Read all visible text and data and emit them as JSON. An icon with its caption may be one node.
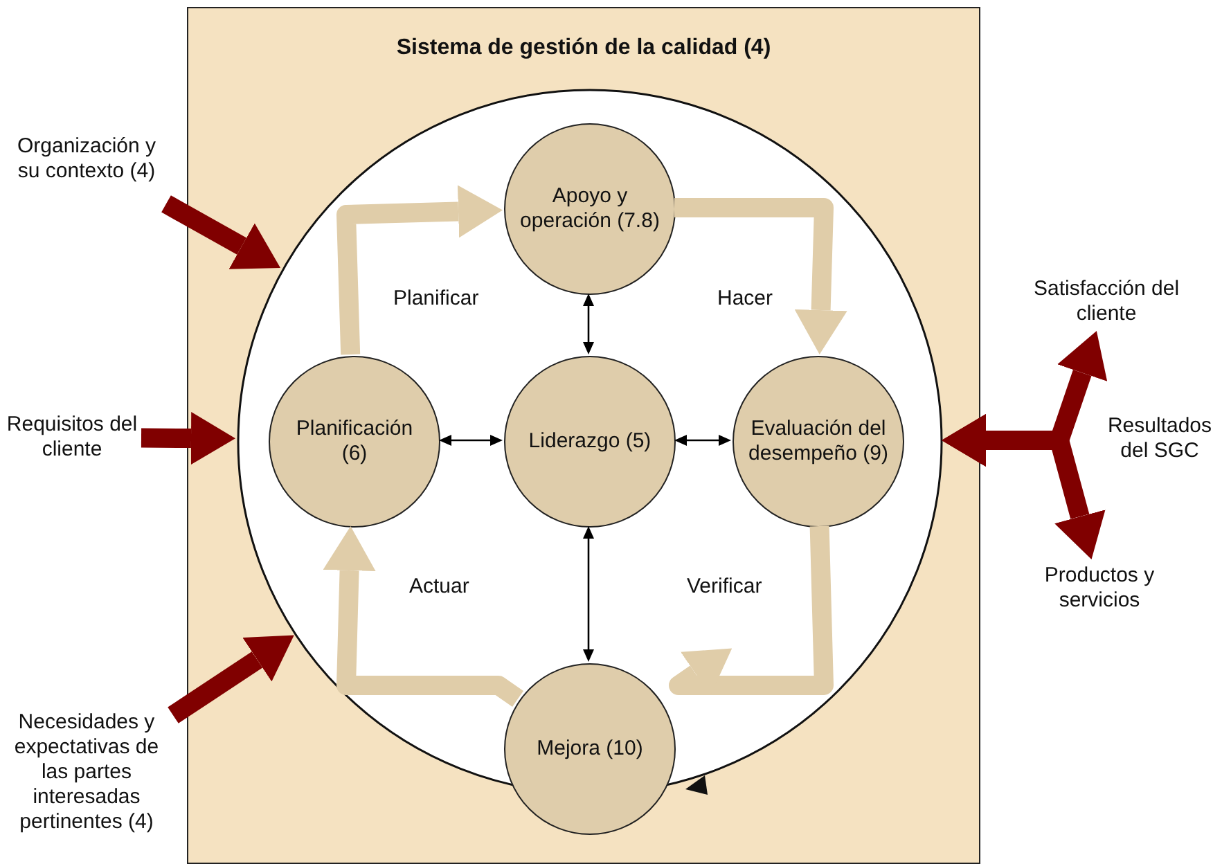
{
  "diagram": {
    "nodes": [
      {
        "text": [
          "Sistema de gestión de la calidad (4)"
        ]
      },
      {
        "text": [],
        "shape": "circle",
        "in": 0
      },
      {
        "text": [
          "Apoyo y operación (7.8)"
        ],
        "in": 1
      },
      {
        "text": [
          "Planificación (6)"
        ],
        "in": 1
      },
      {
        "text": [
          "Liderazgo (5)"
        ],
        "in": 1
      },
      {
        "text": [
          "Evaluación del desempeño (9)"
        ],
        "in": 1
      },
      {
        "text": [
          "Mejora (10)"
        ],
        "in": 0
      },
      {
        "text": [
          "Organización y su contexto (4)"
        ]
      },
      {
        "text": [
          "Requisitos del cliente"
        ]
      },
      {
        "text": [
          "Necesidades y expectativas de las partes interesadas pertinentes (4)"
        ]
      },
      {
        "text": [
          "Satisfacción del cliente"
        ]
      },
      {
        "text": [
          "Productos y servicios"
        ]
      }
    ],
    "edges": [
      {
        "from": 7,
        "to": 1,
        "arrow": "to",
        "color": "#800000"
      },
      {
        "from": 8,
        "to": 1,
        "arrow": "to",
        "color": "#800000"
      },
      {
        "from": 9,
        "to": 1,
        "arrow": "to",
        "color": "#800000"
      },
      {
        "from": 1,
        "to": 10,
        "arrow": "both",
        "color": "#800000"
      },
      {
        "from": 1,
        "to": 11,
        "arrow": "both",
        "color": "#800000"
      },
      {
        "from": 3,
        "to": 2,
        "arrow": "to",
        "label": "Planificar",
        "color": "#e0cda9"
      },
      {
        "from": 2,
        "to": 5,
        "arrow": "to",
        "label": "Hacer",
        "color": "#e0cda9"
      },
      {
        "from": 5,
        "to": 6,
        "arrow": "to",
        "label": "Verificar",
        "color": "#e0cda9"
      },
      {
        "from": 6,
        "to": 3,
        "arrow": "to",
        "label": "Actuar",
        "color": "#e0cda9"
      },
      {
        "from": 2,
        "to": 4,
        "arrow": "both",
        "color": "#000000"
      },
      {
        "from": 3,
        "to": 4,
        "arrow": "both",
        "color": "#000000"
      },
      {
        "from": 4,
        "to": 5,
        "arrow": "both",
        "color": "#000000"
      },
      {
        "from": 4,
        "to": 6,
        "arrow": "both",
        "color": "#000000"
      }
    ],
    "labels": [
      "Resultados del SGC"
    ]
  }
}
